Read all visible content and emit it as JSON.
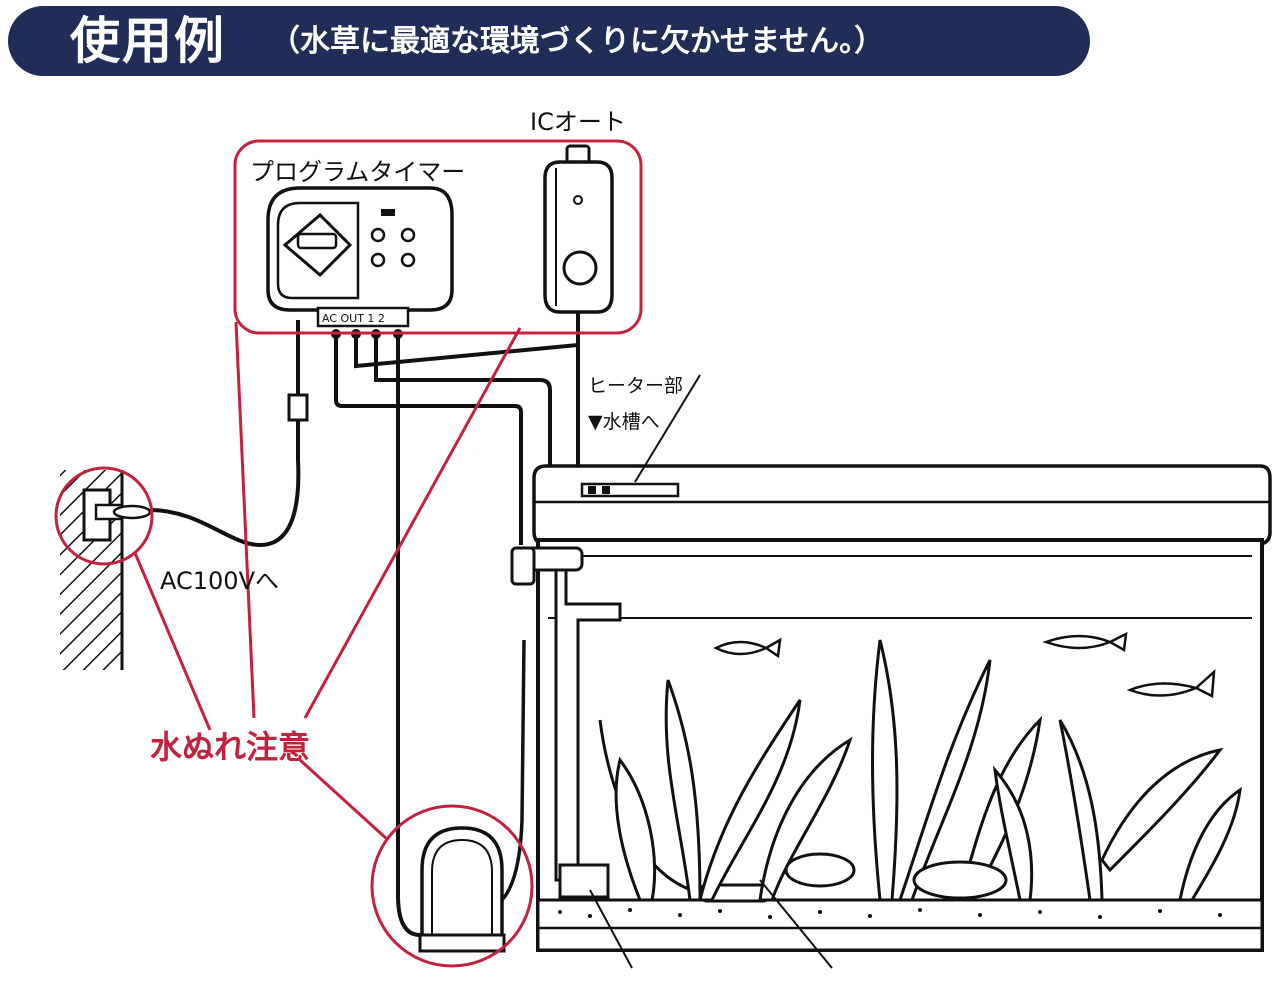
{
  "header": {
    "title": "使用例",
    "subtitle": "（水草に最適な環境づくりに欠かせません。）"
  },
  "labels": {
    "program_timer": "プログラムタイマー",
    "ic_auto": "ICオート",
    "heater_line1": "ヒーター部",
    "heater_line2": "▼水槽へ",
    "ac_power": "AC100Vへ",
    "warning": "水ぬれ注意",
    "timer_ports": "AC OUT 1 2"
  },
  "colors": {
    "header_bg": "#1f2d57",
    "accent_red": "#c3223f",
    "line": "#111111"
  }
}
